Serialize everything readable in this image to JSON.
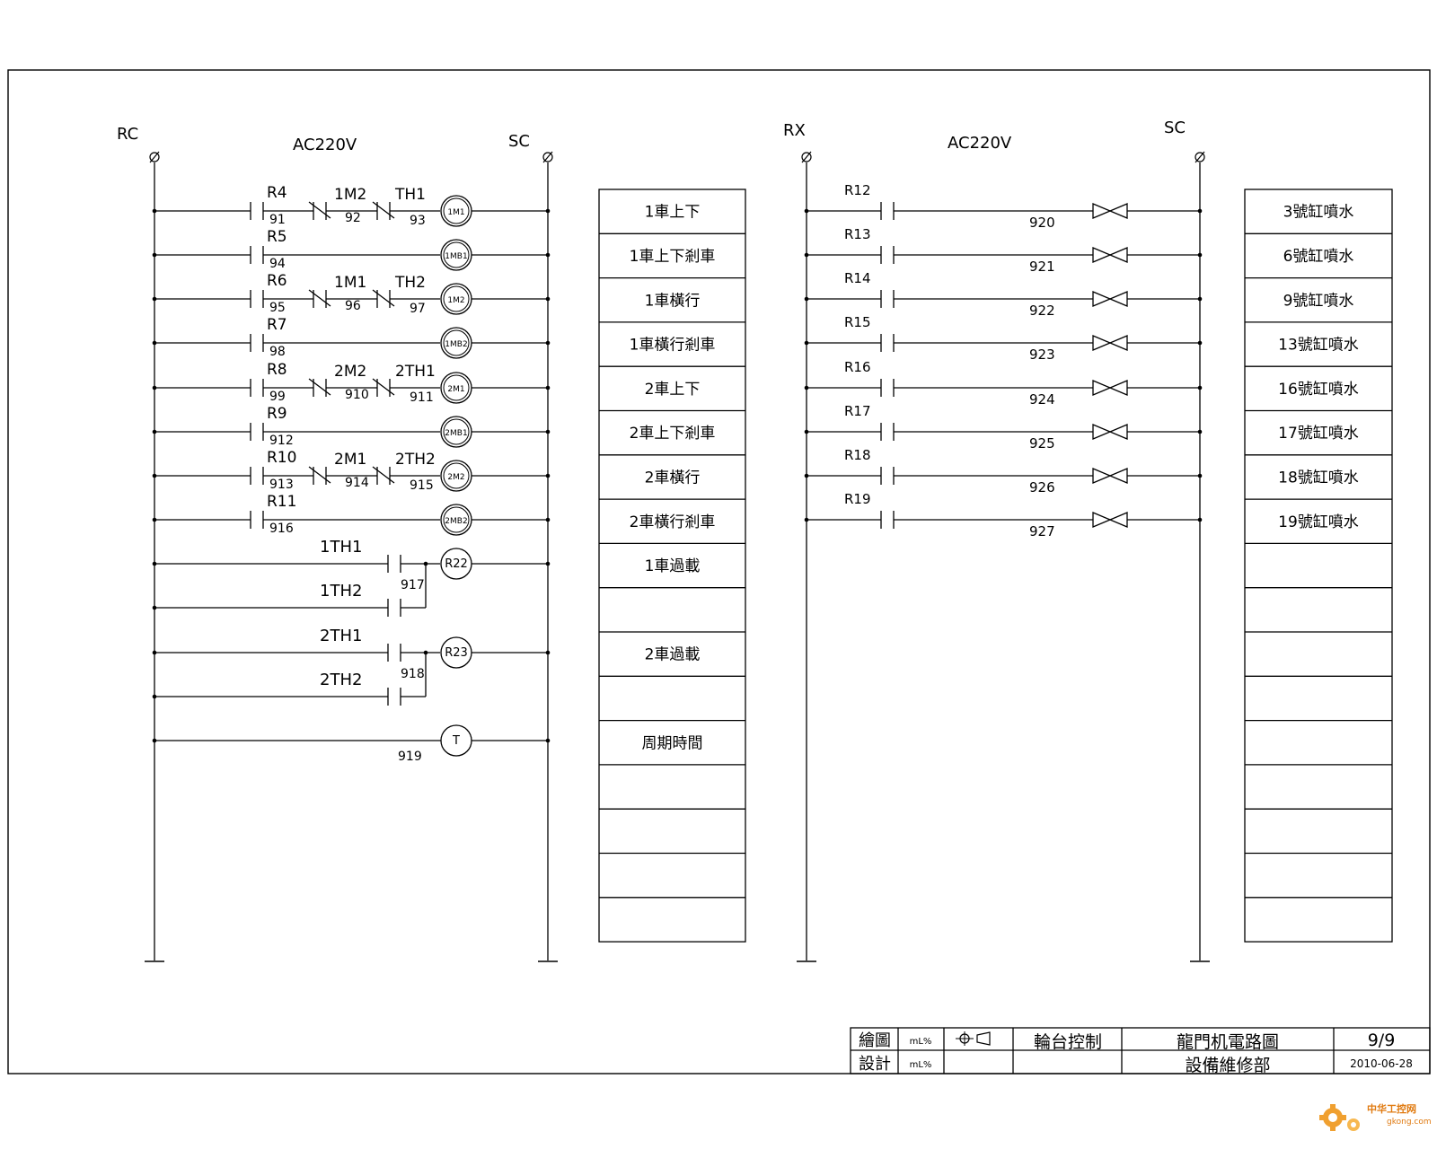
{
  "left": {
    "rail_left": "RC",
    "rail_right": "SC",
    "voltage": "AC220V",
    "rungs": [
      {
        "contact": "R4",
        "wire": "91",
        "nc1": "1M2",
        "wire2": "92",
        "nc2": "TH1",
        "wire3": "93",
        "coil": "1M1",
        "desc": "1車上下"
      },
      {
        "contact": "R5",
        "wire": "94",
        "coil": "1MB1",
        "desc": "1車上下剎車"
      },
      {
        "contact": "R6",
        "wire": "95",
        "nc1": "1M1",
        "wire2": "96",
        "nc2": "TH2",
        "wire3": "97",
        "coil": "1M2",
        "desc": "1車橫行"
      },
      {
        "contact": "R7",
        "wire": "98",
        "coil": "1MB2",
        "desc": "1車橫行剎車"
      },
      {
        "contact": "R8",
        "wire": "99",
        "nc1": "2M2",
        "wire2": "910",
        "nc2": "2TH1",
        "wire3": "911",
        "coil": "2M1",
        "desc": "2車上下"
      },
      {
        "contact": "R9",
        "wire": "912",
        "coil": "2MB1",
        "desc": "2車上下剎車"
      },
      {
        "contact": "R10",
        "wire": "913",
        "nc1": "2M1",
        "wire2": "914",
        "nc2": "2TH2",
        "wire3": "915",
        "coil": "2M2",
        "desc": "2車橫行"
      },
      {
        "contact": "R11",
        "wire": "916",
        "coil": "2MB2",
        "desc": "2車橫行剎車"
      }
    ],
    "overload": [
      {
        "c1": "1TH1",
        "c2": "1TH2",
        "wire": "917",
        "coil": "R22",
        "desc": "1車過載"
      },
      {
        "c1": "2TH1",
        "c2": "2TH2",
        "wire": "918",
        "coil": "R23",
        "desc": "2車過載"
      }
    ],
    "timer": {
      "wire": "919",
      "coil": "T",
      "desc": "周期時間"
    }
  },
  "right": {
    "rail_left": "RX",
    "rail_right": "SC",
    "voltage": "AC220V",
    "rungs": [
      {
        "contact": "R12",
        "wire": "920",
        "desc": "3號缸噴水"
      },
      {
        "contact": "R13",
        "wire": "921",
        "desc": "6號缸噴水"
      },
      {
        "contact": "R14",
        "wire": "922",
        "desc": "9號缸噴水"
      },
      {
        "contact": "R15",
        "wire": "923",
        "desc": "13號缸噴水"
      },
      {
        "contact": "R16",
        "wire": "924",
        "desc": "16號缸噴水"
      },
      {
        "contact": "R17",
        "wire": "925",
        "desc": "17號缸噴水"
      },
      {
        "contact": "R18",
        "wire": "926",
        "desc": "18號缸噴水"
      },
      {
        "contact": "R19",
        "wire": "927",
        "desc": "19號缸噴水"
      }
    ]
  },
  "title_block": {
    "draw_label": "繪圖",
    "design_label": "設計",
    "drawer": "mL%",
    "designer": "mL%",
    "category": "輪台控制",
    "title": "龍門机電路圖",
    "department": "設備維修部",
    "sheet": "9/9",
    "date": "2010-06-28"
  },
  "watermark": {
    "brand": "中华工控网",
    "url": "gkong.com"
  }
}
